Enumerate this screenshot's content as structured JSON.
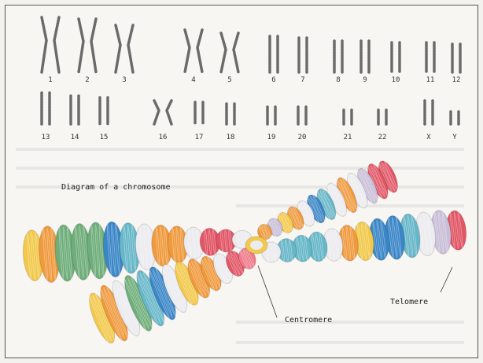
{
  "karyotype": {
    "row1": [
      "1",
      "2",
      "3",
      "4",
      "5",
      "6",
      "7",
      "8",
      "9",
      "10",
      "11",
      "12"
    ],
    "row2": [
      "13",
      "14",
      "15",
      "16",
      "17",
      "18",
      "19",
      "20",
      "21",
      "22",
      "X",
      "Y"
    ]
  },
  "diagram": {
    "caption": "Diagram of a chromosome",
    "labels": {
      "centromere": "Centromere",
      "telomere": "Telomere"
    }
  },
  "colors": {
    "yellow": "#f2c94c",
    "orange": "#f09a3e",
    "green": "#6fae7a",
    "teal": "#67b7c9",
    "blue": "#3b86c7",
    "white": "#ecebef",
    "lavender": "#c9bfd8",
    "red": "#e15565",
    "pink": "#f07a8a"
  }
}
